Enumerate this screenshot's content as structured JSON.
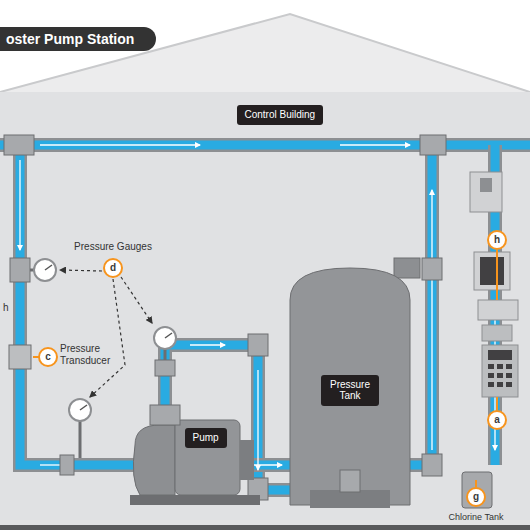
{
  "diagram": {
    "title": "oster Pump Station",
    "nodes": [
      {
        "text": [
          "Control Building"
        ]
      },
      {
        "text": [
          "Pump"
        ]
      },
      {
        "text": [
          "Pressure Tank"
        ]
      }
    ],
    "labels": [
      "Pressure Gauges",
      "d",
      "c",
      "Pressure Transducer",
      "h",
      "h",
      "a",
      "g",
      "Chlorine Tank"
    ]
  }
}
